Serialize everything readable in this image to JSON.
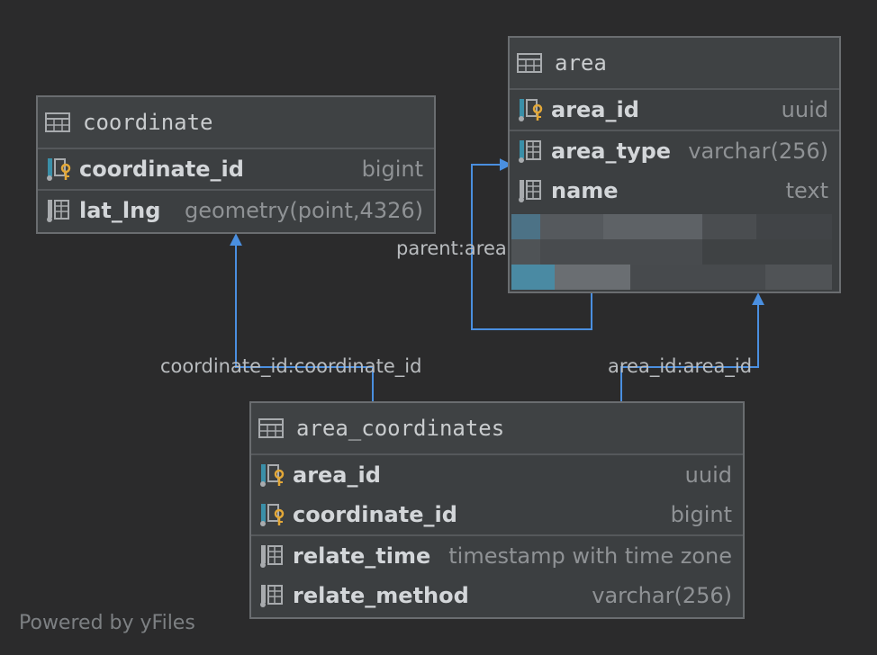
{
  "tables": {
    "coordinate": {
      "title": "coordinate",
      "columns": [
        {
          "name": "coordinate_id",
          "type": "bigint",
          "key": true
        },
        {
          "name": "lat_lng",
          "type": "geometry(point,4326)",
          "key": false
        }
      ]
    },
    "area": {
      "title": "area",
      "columns": [
        {
          "name": "area_id",
          "type": "uuid",
          "key": true
        },
        {
          "name": "area_type",
          "type": "varchar(256)",
          "key": false
        },
        {
          "name": "name",
          "type": "text",
          "key": false
        }
      ]
    },
    "area_coordinates": {
      "title": "area_coordinates",
      "columns": [
        {
          "name": "area_id",
          "type": "uuid",
          "key": true
        },
        {
          "name": "coordinate_id",
          "type": "bigint",
          "key": true
        },
        {
          "name": "relate_time",
          "type": "timestamp with time zone",
          "key": false
        },
        {
          "name": "relate_method",
          "type": "varchar(256)",
          "key": false
        }
      ]
    }
  },
  "relations": {
    "coordinate_link": "coordinate_id:coordinate_id",
    "area_link": "area_id:area_id",
    "parent_link": "parent:area"
  },
  "footer": "Powered by yFiles",
  "colors": {
    "background": "#2b2b2c",
    "table_bg": "#3c3f41",
    "border": "#6a6d70",
    "arrow": "#4a8fe0",
    "key_icon": "#e3a838",
    "col_icon_teal": "#3a8fa8"
  }
}
